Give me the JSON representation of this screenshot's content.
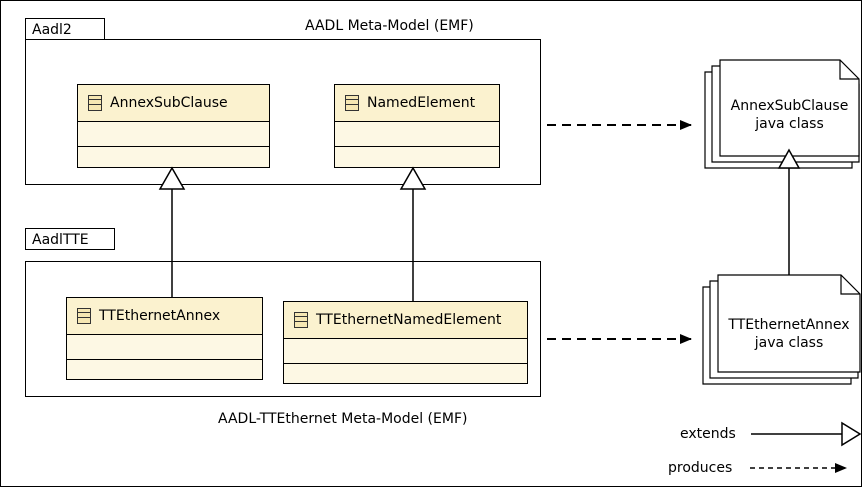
{
  "packages": {
    "aadl2_tab": "Aadl2",
    "aadl_meta_model": "AADL Meta-Model (EMF)",
    "aadltte_tab": "AadlTTE",
    "aadl_tte_meta_model": "AADL-TTEthernet Meta-Model (EMF)"
  },
  "classes": {
    "annex_subclause": "AnnexSubClause",
    "named_element": "NamedElement",
    "ttethernet_annex": "TTEthernetAnnex",
    "ttethernet_named_element": "TTEthernetNamedElement"
  },
  "documents": {
    "annex_subclause_java": {
      "line1": "AnnexSubClause",
      "line2": "java class"
    },
    "ttethernet_annex_java": {
      "line1": "TTEthernetAnnex",
      "line2": "java class"
    }
  },
  "legend": {
    "extends": "extends",
    "produces": "produces"
  },
  "icons": {
    "class": "class-icon",
    "inheritance": "hollow-triangle-arrow",
    "dependency": "filled-arrow"
  }
}
